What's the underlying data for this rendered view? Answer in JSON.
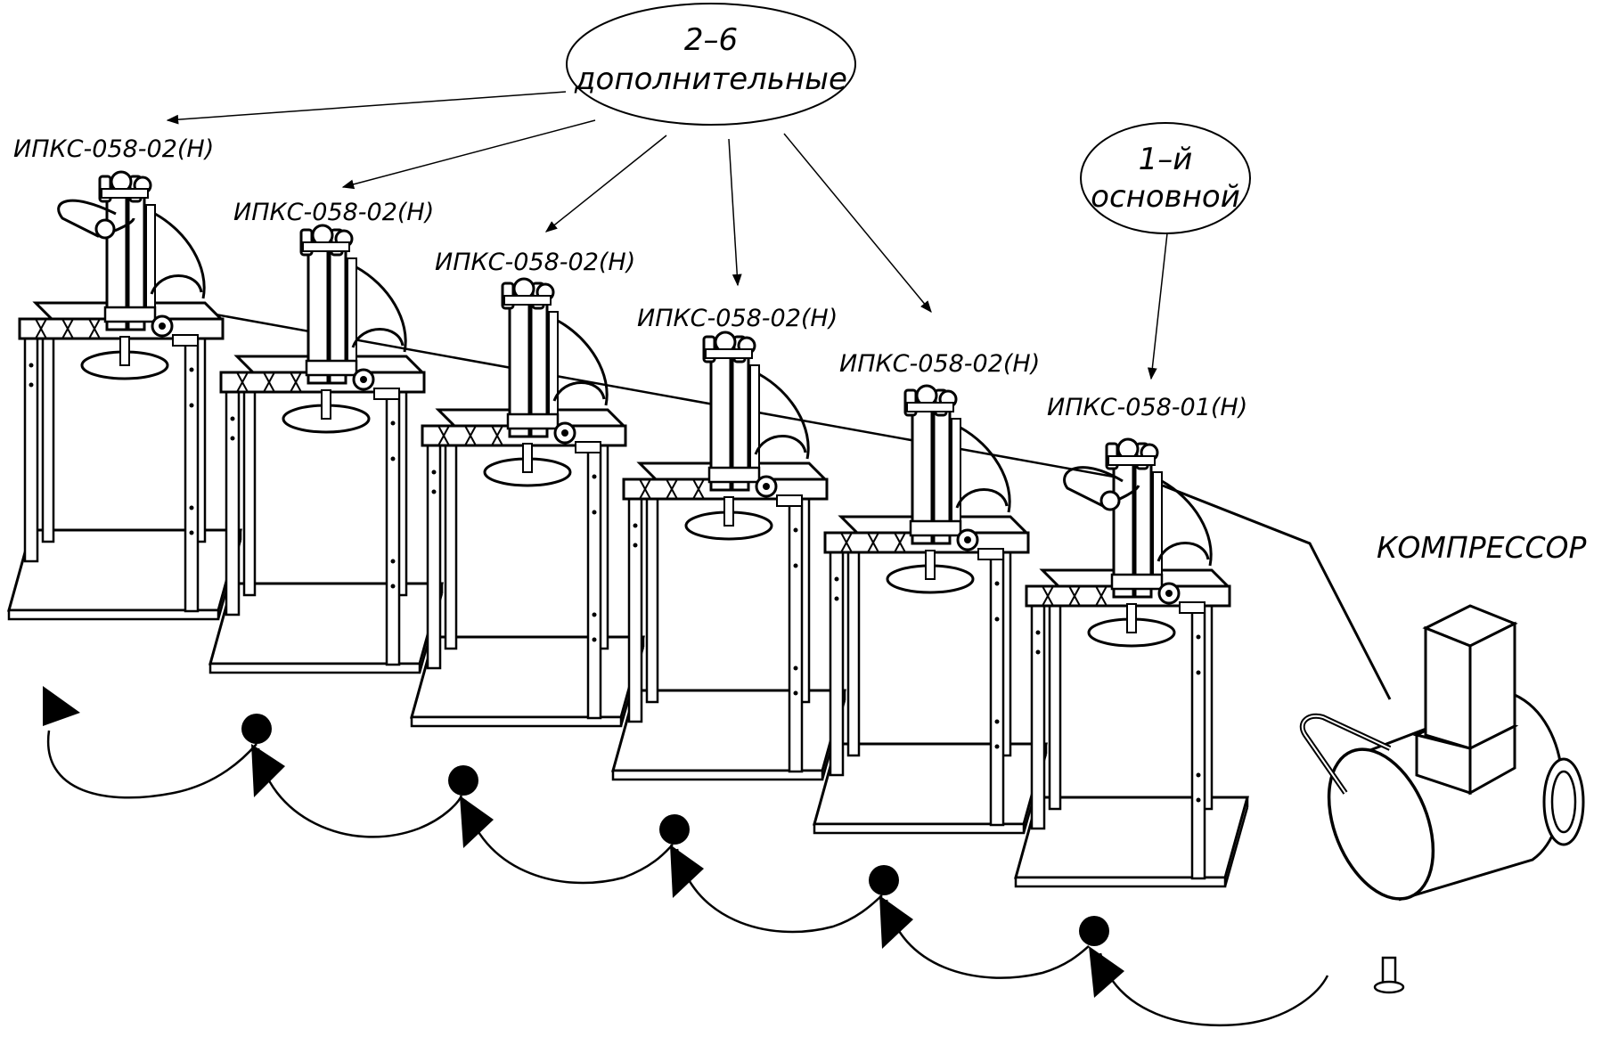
{
  "labels": {
    "bubble_extra_line1": "2–6",
    "bubble_extra_line2": "дополнительные",
    "bubble_main_line1": "1–й",
    "bubble_main_line2": "основной",
    "compressor": "КОМПРЕССОР"
  },
  "units": [
    {
      "label": "ИПКС-058-02(Н)",
      "role": "additional"
    },
    {
      "label": "ИПКС-058-02(Н)",
      "role": "additional"
    },
    {
      "label": "ИПКС-058-02(Н)",
      "role": "additional"
    },
    {
      "label": "ИПКС-058-02(Н)",
      "role": "additional"
    },
    {
      "label": "ИПКС-058-02(Н)",
      "role": "additional"
    },
    {
      "label": "ИПКС-058-01(Н)",
      "role": "main"
    }
  ]
}
